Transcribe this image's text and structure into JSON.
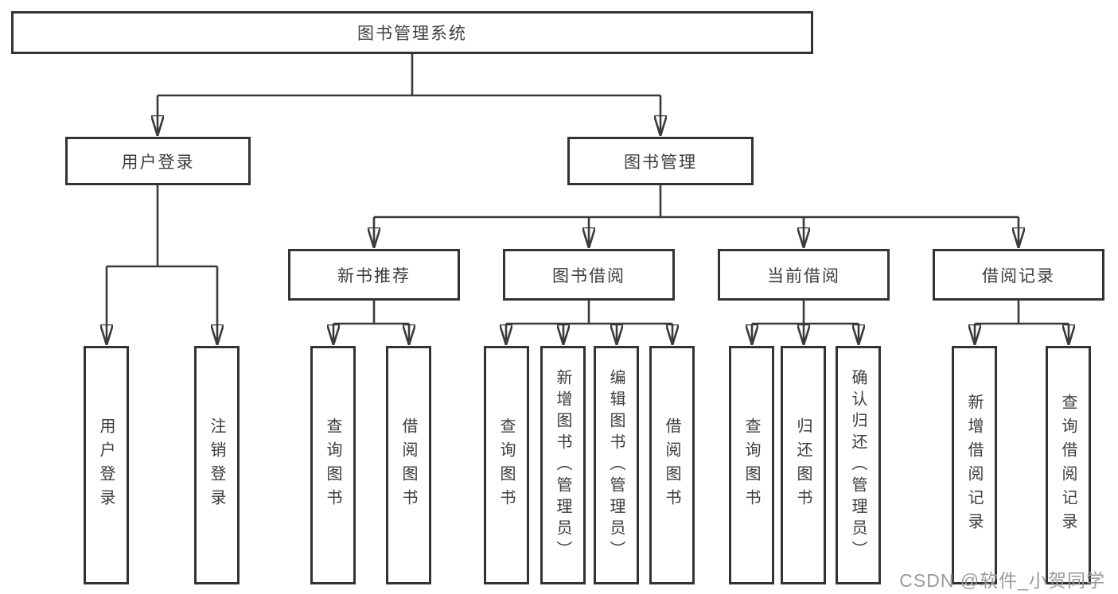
{
  "diagram": {
    "root": "图书管理系统",
    "level2": [
      "用户登录",
      "图书管理"
    ],
    "level3": [
      "新书推荐",
      "图书借阅",
      "当前借阅",
      "借阅记录"
    ],
    "leaves": {
      "user_login": [
        "用户登录",
        "注销登录"
      ],
      "new_book_recommend": [
        "查询图书",
        "借阅图书"
      ],
      "book_borrow": [
        "查询图书",
        "新增图书（管理员）",
        "编辑图书（管理员）",
        "借阅图书"
      ],
      "current_borrow": [
        "查询图书",
        "归还图书",
        "确认归还（管理员）"
      ],
      "borrow_records": [
        "新增借阅记录",
        "查询借阅记录"
      ]
    }
  },
  "watermark": "CSDN @软件_小贺同学",
  "colors": {
    "line": "#3a3a3a",
    "box_border": "#333333",
    "text": "#3c3c3c",
    "watermark": "#9a9a9a",
    "background": "#ffffff"
  }
}
